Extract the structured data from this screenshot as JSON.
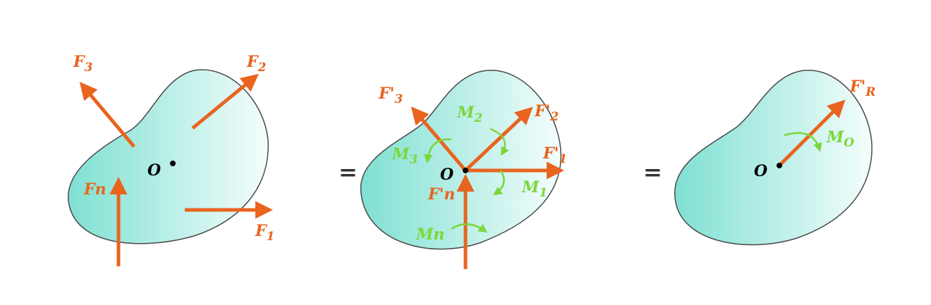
{
  "colors": {
    "force": "#e8641f",
    "moment": "#7cd63a",
    "outline": "#4a4a4a",
    "body_fill_left": "#7fe0d2",
    "body_fill_right": "#f4fdfc",
    "point": "#000000"
  },
  "panel_1": {
    "point_label": "O",
    "forces": [
      {
        "name": "F",
        "sub": "3"
      },
      {
        "name": "F",
        "sub": "2"
      },
      {
        "name": "F",
        "sub": "1"
      },
      {
        "name": "Fn",
        "sub": ""
      }
    ]
  },
  "equals_1": "=",
  "panel_2": {
    "point_label": "O",
    "forces": [
      {
        "name": "F'",
        "sub": "3"
      },
      {
        "name": "F'",
        "sub": "2"
      },
      {
        "name": "F'",
        "sub": "1"
      },
      {
        "name": "F'n",
        "sub": ""
      }
    ],
    "moments": [
      {
        "name": "M",
        "sub": "2"
      },
      {
        "name": "M",
        "sub": "3"
      },
      {
        "name": "M",
        "sub": "1"
      },
      {
        "name": "Mn",
        "sub": ""
      }
    ]
  },
  "equals_2": "=",
  "panel_3": {
    "point_label": "O",
    "force": {
      "name": "F'",
      "sub": "R"
    },
    "moment": {
      "name": "M",
      "sub": "O"
    }
  }
}
